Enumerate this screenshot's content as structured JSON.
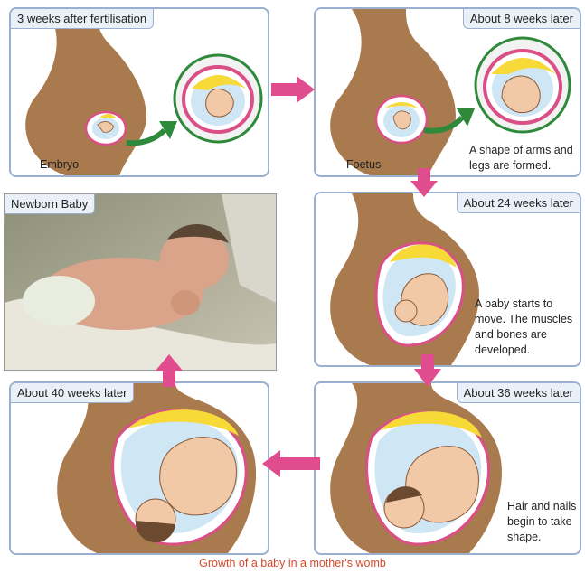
{
  "panels": {
    "week3": {
      "title": "3 weeks after fertilisation",
      "label": "Embryo"
    },
    "week8": {
      "title": "About 8 weeks later",
      "label": "Foetus",
      "description_lines": [
        "A shape of arms and",
        "legs are formed."
      ]
    },
    "week24": {
      "title": "About 24 weeks later",
      "description_lines": [
        "A baby starts to",
        "move. The muscles",
        "and bones are",
        "developed."
      ]
    },
    "week36": {
      "title": "About 36 weeks later",
      "description_lines": [
        "Hair and nails",
        "begin to take",
        "shape."
      ]
    },
    "week40": {
      "title": "About 40 weeks later"
    },
    "newborn": {
      "title": "Newborn Baby"
    }
  },
  "caption": "Growth of a baby in a mother's womb",
  "colors": {
    "belly": "#a97a4d",
    "panel_border": "#9bb0d0",
    "arrow_magenta": "#e04c8e",
    "arrow_green": "#2e8a3a",
    "amniotic": "#cfe6f5",
    "placenta": "#f7d938",
    "uterus_wall": "#d94f86",
    "caption": "#d8482a"
  }
}
